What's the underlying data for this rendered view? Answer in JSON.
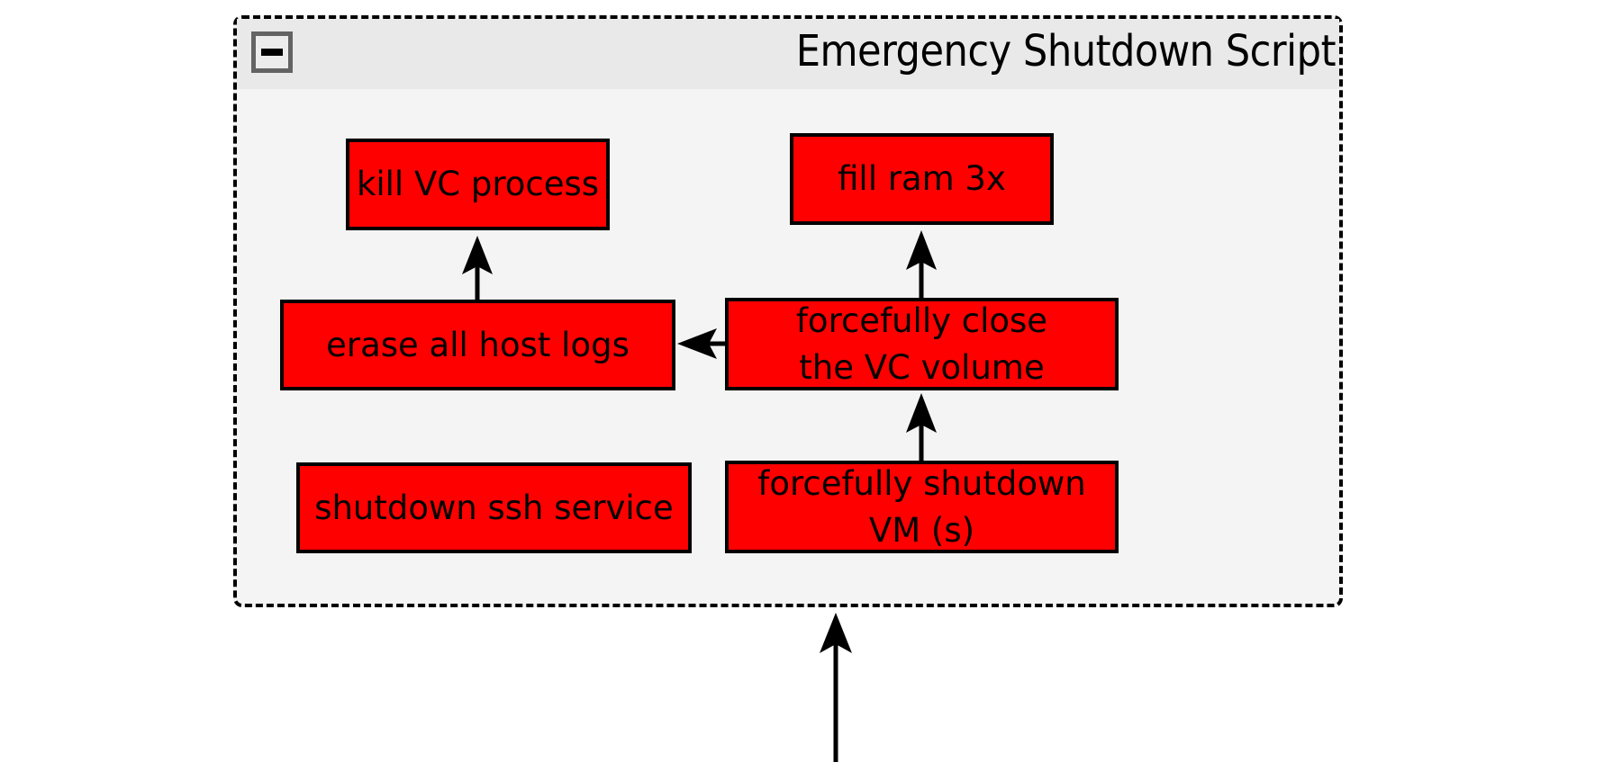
{
  "diagram": {
    "type": "flowchart",
    "container": {
      "title": "Emergency Shutdown Script",
      "collapse_button_label": "−",
      "border_style": "dashed",
      "header_color": "#e9e9e9",
      "body_color": "#f4f4f4"
    },
    "node_fill_color": "#ff0000",
    "node_border_color": "#000000",
    "nodes": [
      {
        "id": "kill-vc-process",
        "label": "kill VC process"
      },
      {
        "id": "fill-ram",
        "label": "fill ram 3x"
      },
      {
        "id": "erase-host-logs",
        "label": "erase all host logs"
      },
      {
        "id": "forcefully-close-vc",
        "label": "forcefully close\nthe VC volume"
      },
      {
        "id": "shutdown-ssh",
        "label": "shutdown ssh service"
      },
      {
        "id": "forcefully-shutdown-vm",
        "label": "forcefully shutdown\nVM (s)"
      }
    ],
    "edges": [
      {
        "from": "erase-host-logs",
        "to": "kill-vc-process",
        "direction": "up"
      },
      {
        "from": "forcefully-close-vc",
        "to": "fill-ram",
        "direction": "up"
      },
      {
        "from": "forcefully-close-vc",
        "to": "erase-host-logs",
        "direction": "left"
      },
      {
        "from": "forcefully-shutdown-vm",
        "to": "forcefully-close-vc",
        "direction": "up"
      },
      {
        "from": "external",
        "to": "container",
        "direction": "up"
      }
    ]
  }
}
